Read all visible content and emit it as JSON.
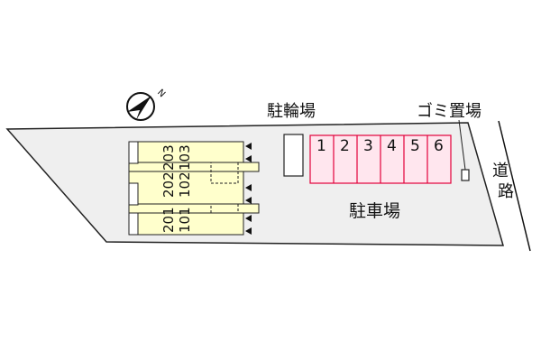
{
  "labels": {
    "bicycle_parking": "駐輪場",
    "garbage_area": "ゴミ置場",
    "parking_lot": "駐車場",
    "road": "道路",
    "north": "N"
  },
  "parking_spaces": [
    "1",
    "2",
    "3",
    "4",
    "5",
    "6"
  ],
  "rooms": {
    "upper_floor": [
      "201",
      "202",
      "203"
    ],
    "lower_floor": [
      "101",
      "102",
      "103"
    ]
  },
  "colors": {
    "site_fill": "#efefef",
    "building_fill": "#ffffcc",
    "parking_fill": "#ffe6ee",
    "parking_stroke": "#e2003a",
    "outline": "#222222"
  },
  "icons": {
    "compass": "north-arrow-icon",
    "entrance": "entrance-arrow-icon"
  }
}
